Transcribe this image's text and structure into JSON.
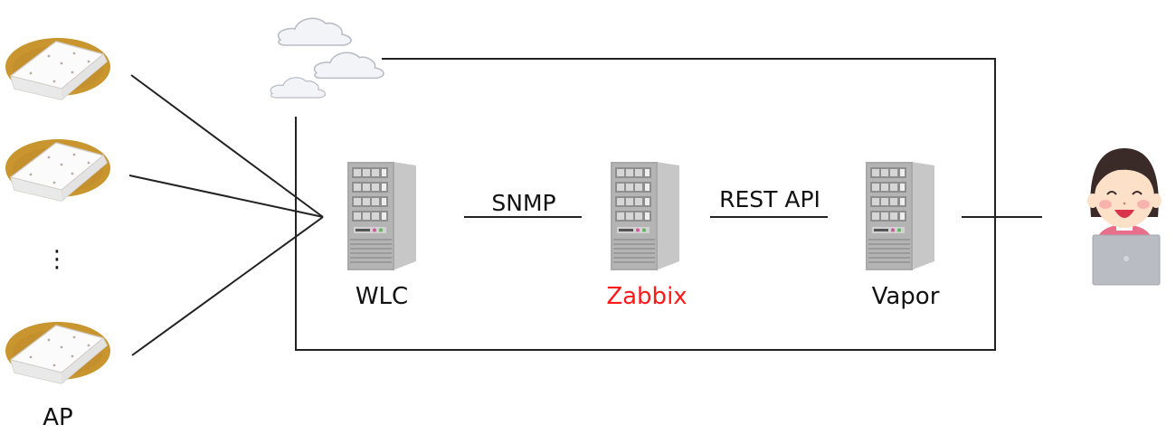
{
  "diagram": {
    "title": "AP monitoring architecture",
    "nodes": {
      "ap": {
        "label": "AP",
        "count_shown": 3,
        "ellipsis": "⋮",
        "icon": "wireless-access-point-icon"
      },
      "wlc": {
        "label": "WLC",
        "icon": "server-tower-icon"
      },
      "zabbix": {
        "label": "Zabbix",
        "icon": "server-tower-icon",
        "highlight_color": "#ff1a1a"
      },
      "vapor": {
        "label": "Vapor",
        "icon": "server-tower-icon"
      },
      "user": {
        "label": "",
        "icon": "user-with-laptop-icon"
      },
      "cloud": {
        "icon": "cloud-icon",
        "count": 3
      }
    },
    "connections": [
      {
        "from": "ap",
        "to": "wlc",
        "label": ""
      },
      {
        "from": "wlc",
        "to": "zabbix",
        "label": "SNMP"
      },
      {
        "from": "zabbix",
        "to": "vapor",
        "label": "REST API"
      },
      {
        "from": "vapor",
        "to": "user",
        "label": ""
      }
    ],
    "boundary": {
      "name": "cloud-boundary",
      "contains": [
        "wlc",
        "zabbix",
        "vapor"
      ]
    },
    "colors": {
      "line": "#222222",
      "ap_base": "#c8952e",
      "ap_body": "#f7f7f7",
      "server_front": "#a8a8a8",
      "server_side": "#c4c4c4",
      "cloud_fill": "#f2f4f8",
      "cloud_stroke": "#b8bcc4",
      "hair": "#3a2a28",
      "skin": "#fde0c8",
      "cheek": "#f7a7a7",
      "shirt": "#e86f8a",
      "laptop": "#b9bcc2"
    }
  }
}
